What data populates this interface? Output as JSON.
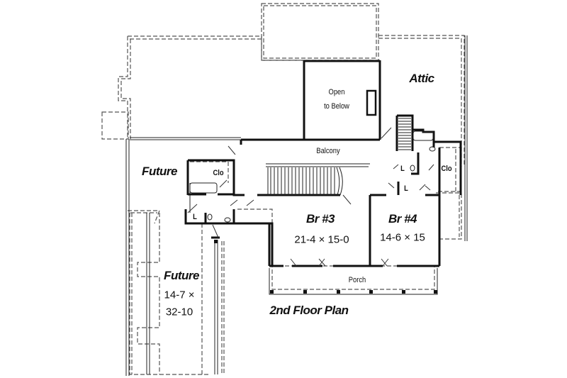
{
  "plan": {
    "title": "2nd Floor Plan",
    "rooms": {
      "attic": {
        "name": "Attic"
      },
      "open_to_below": {
        "line1": "Open",
        "line2": "to Below"
      },
      "balcony": {
        "name": "Balcony"
      },
      "future_upper": {
        "name": "Future"
      },
      "future_lower": {
        "name": "Future",
        "dim1": "14-7 ×",
        "dim2": "32-10"
      },
      "closet_left": {
        "name": "Clo"
      },
      "closet_right": {
        "name": "Clo"
      },
      "br3": {
        "name": "Br #3",
        "dim": "21-4 × 15-0"
      },
      "br4": {
        "name": "Br #4",
        "dim": "14-6 × 15"
      },
      "porch": {
        "name": "Porch"
      },
      "laundry_labels": [
        "L",
        "L",
        "L"
      ]
    },
    "colors": {
      "wall": "#111111",
      "dashed": "#555555",
      "background": "#ffffff"
    }
  }
}
